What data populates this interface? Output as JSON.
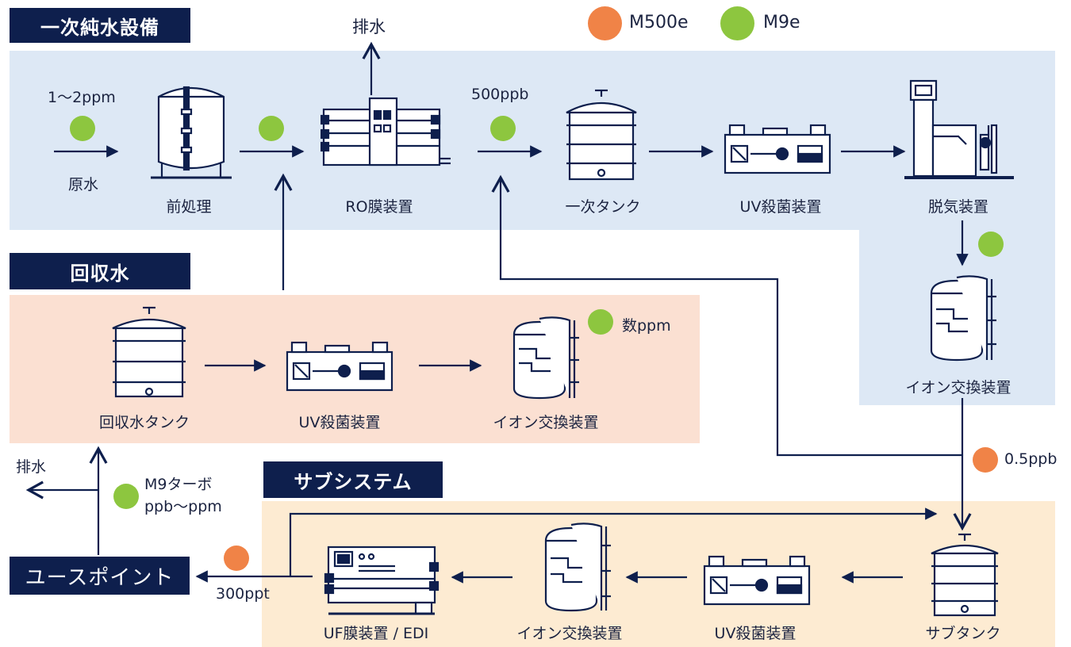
{
  "sections": {
    "primary_title": "一次純水設備",
    "recovery_title": "回収水",
    "subsystem_title": "サブシステム"
  },
  "legend": {
    "orange_label": "M500e",
    "green_label": "M9e"
  },
  "labels": {
    "drain_top": "排水",
    "drain_left": "排水",
    "raw_water": "原水",
    "ppm_1_2": "1〜2ppm",
    "ppb_500": "500ppb",
    "several_ppm": "数ppm",
    "ppb_05": "0.5ppb",
    "m9_turbo": "M9ターボ",
    "ppb_ppm": "ppb〜ppm",
    "ppt_300": "300ppt",
    "use_point": "ユースポイント"
  },
  "equipment": {
    "pretreatment": "前処理",
    "ro": "RO膜装置",
    "primary_tank": "一次タンク",
    "uv1": "UV殺菌装置",
    "degas": "脱気装置",
    "ion1": "イオン交換装置",
    "recovery_tank": "回収水タンク",
    "uv2": "UV殺菌装置",
    "ion2": "イオン交換装置",
    "sub_tank": "サブタンク",
    "uv3": "UV殺菌装置",
    "ion3": "イオン交換装置",
    "uf_edi": "UF膜装置 / EDI"
  },
  "colors": {
    "primary_bg": "#dde8f5",
    "recovery_bg": "#fbe0d2",
    "subsystem_bg": "#fdebd2",
    "navy": "#0e1f4d",
    "green": "#8dc63f",
    "orange": "#f08347"
  }
}
